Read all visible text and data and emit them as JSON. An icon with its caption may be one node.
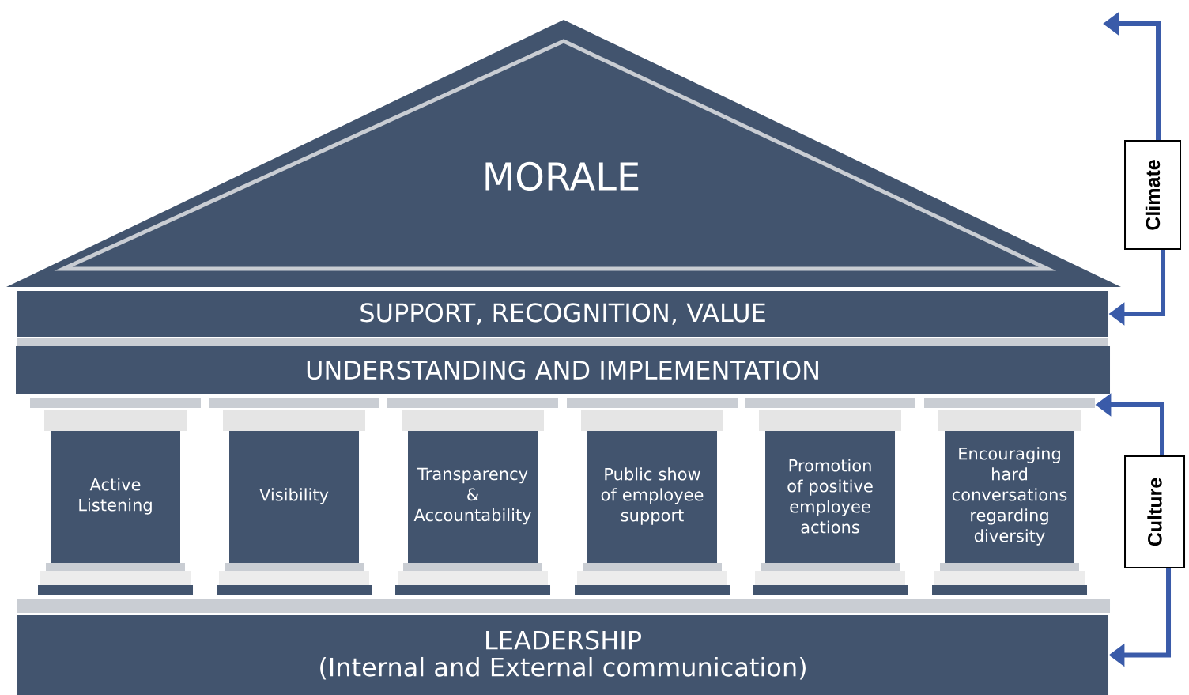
{
  "diagram": {
    "nodes": [
      {
        "text": [
          "MORALE"
        ]
      },
      {
        "text": [
          "SUPPORT, RECOGNITION, VALUE"
        ]
      },
      {
        "text": [
          "UNDERSTANDING AND IMPLEMENTATION"
        ]
      },
      {
        "text": [
          "Active Listening"
        ]
      },
      {
        "text": [
          "Visibility"
        ]
      },
      {
        "text": [
          "Transparency & Accountability"
        ]
      },
      {
        "text": [
          "Public show of employee support"
        ]
      },
      {
        "text": [
          "Promotion of positive employee actions"
        ]
      },
      {
        "text": [
          "Encouraging hard conversations regarding diversity"
        ]
      },
      {
        "text": [
          "LEADERSHIP",
          "(Internal and External communication)"
        ]
      },
      {
        "text": [
          "Climate"
        ]
      },
      {
        "text": [
          "Culture"
        ]
      }
    ],
    "edges": [
      {
        "from": 10,
        "to": null,
        "arrow": "to"
      },
      {
        "from": 10,
        "to": 1,
        "arrow": "to"
      },
      {
        "from": 11,
        "to": 8,
        "arrow": "to"
      },
      {
        "from": 11,
        "to": 9,
        "arrow": "to"
      }
    ]
  }
}
